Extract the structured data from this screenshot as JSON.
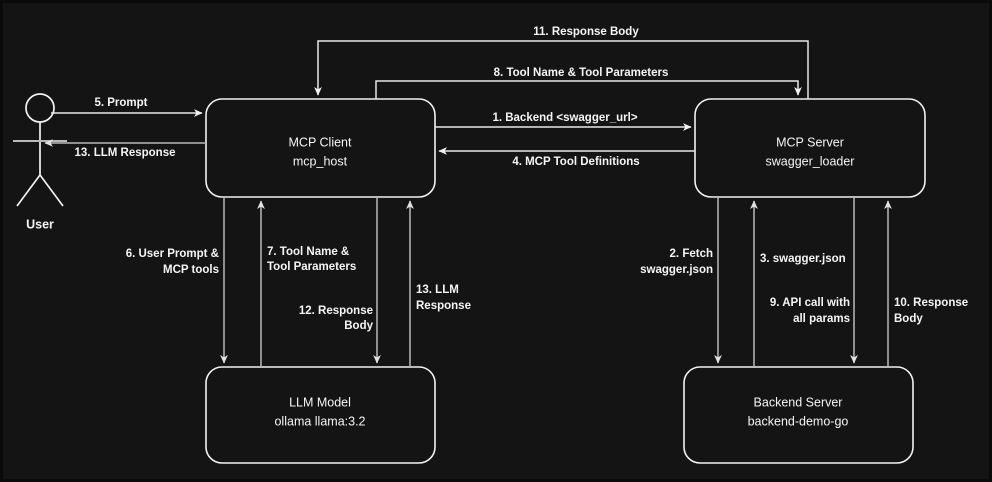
{
  "diagram": {
    "title": "MCP swagger_loader architecture flow",
    "background_color": "#141414",
    "stroke_color": "#f2f2f2",
    "text_color": "#f5f5f5",
    "nodes": [
      {
        "id": "user",
        "label": "User",
        "sublabel": "",
        "shape": "actor"
      },
      {
        "id": "client",
        "label": "MCP Client",
        "sublabel": "mcp_host",
        "shape": "rounded-rect"
      },
      {
        "id": "server",
        "label": "MCP Server",
        "sublabel": "swagger_loader",
        "shape": "rounded-rect"
      },
      {
        "id": "llm",
        "label": "LLM Model",
        "sublabel": "ollama llama:3.2",
        "shape": "rounded-rect"
      },
      {
        "id": "backend",
        "label": "Backend Server",
        "sublabel": "backend-demo-go",
        "shape": "rounded-rect"
      }
    ],
    "edges": [
      {
        "seq": "1",
        "label": "1. Backend <swagger_url>",
        "from": "client",
        "to": "server"
      },
      {
        "seq": "2",
        "label_line1": "2. Fetch",
        "label_line2": "swagger.json",
        "from": "server",
        "to": "backend"
      },
      {
        "seq": "3",
        "label": "3. swagger.json",
        "from": "backend",
        "to": "server"
      },
      {
        "seq": "4",
        "label": "4. MCP Tool Definitions",
        "from": "server",
        "to": "client"
      },
      {
        "seq": "5",
        "label": "5. Prompt",
        "from": "user",
        "to": "client"
      },
      {
        "seq": "6",
        "label_line1": "6. User Prompt &",
        "label_line2": "MCP tools",
        "from": "client",
        "to": "llm"
      },
      {
        "seq": "7",
        "label_line1": "7. Tool Name &",
        "label_line2": "Tool Parameters",
        "from": "llm",
        "to": "client"
      },
      {
        "seq": "8",
        "label": "8. Tool Name & Tool Parameters",
        "from": "client",
        "to": "server"
      },
      {
        "seq": "9",
        "label_line1": "9. API call with",
        "label_line2": "all params",
        "from": "server",
        "to": "backend"
      },
      {
        "seq": "10",
        "label_line1": "10. Response",
        "label_line2": "Body",
        "from": "backend",
        "to": "server"
      },
      {
        "seq": "11",
        "label": "11. Response Body",
        "from": "server",
        "to": "client"
      },
      {
        "seq": "12",
        "label_line1": "12. Response",
        "label_line2": "Body",
        "from": "client",
        "to": "llm"
      },
      {
        "seq": "13",
        "label_line1": "13. LLM",
        "label_line2": "Response",
        "from": "llm",
        "to": "client"
      },
      {
        "seq": "13b",
        "label": "13. LLM Response",
        "from": "client",
        "to": "user"
      }
    ]
  }
}
